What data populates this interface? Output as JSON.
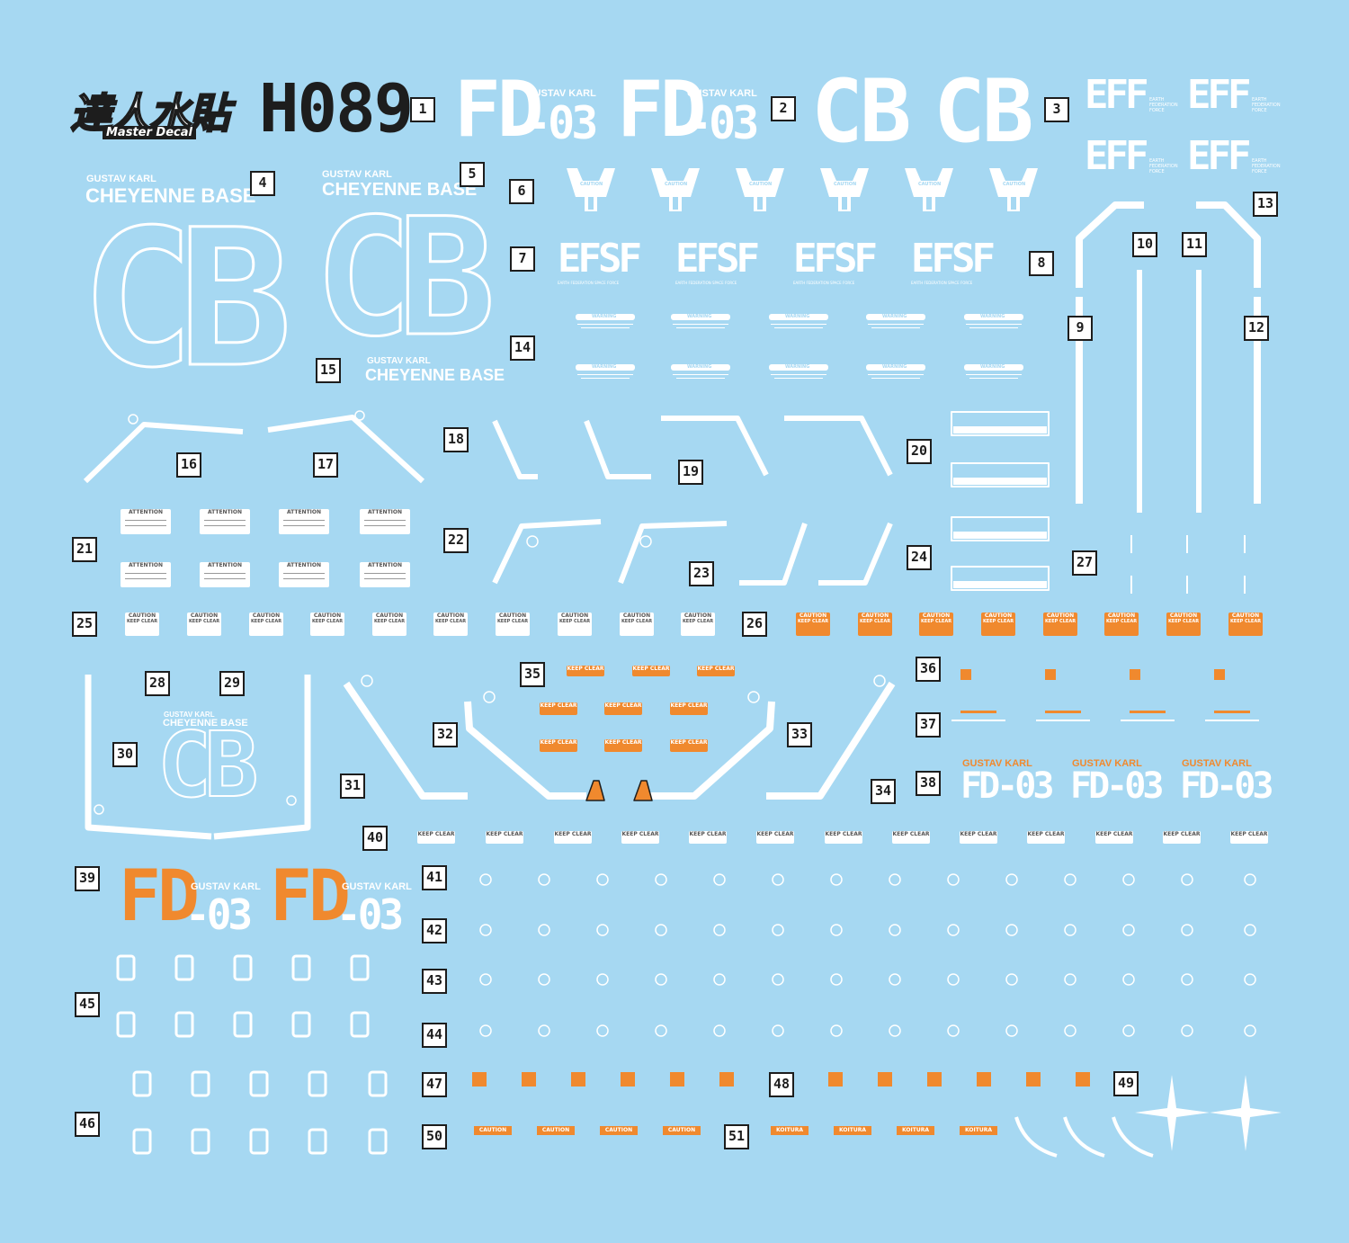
{
  "brand": {
    "logo_cjk": "達人水貼",
    "logo_latin": "Master Decal",
    "code": "H089"
  },
  "labels": {
    "fd": "FD",
    "fd_suffix": "-03",
    "fd03": "FD-03",
    "cb": "CB",
    "gustav_karl": "GUSTAV KARL",
    "cheyenne_base": "CHEYENNE BASE",
    "eff": "EFF",
    "earth_federation_force": "EARTH FEDERATION FORCE",
    "efsf": "EFSF",
    "efsf_sub": "EARTH FEDERATION SPACE FORCE",
    "caution": "CAUTION",
    "warning": "WARNING",
    "attention": "ATTENTION",
    "keep_clear": "KEEP CLEAR",
    "koitura": "KOITURA"
  },
  "decal_numbers": [
    "1",
    "2",
    "3",
    "4",
    "5",
    "6",
    "7",
    "8",
    "9",
    "10",
    "11",
    "12",
    "13",
    "14",
    "15",
    "16",
    "17",
    "18",
    "19",
    "20",
    "21",
    "22",
    "23",
    "24",
    "25",
    "26",
    "27",
    "28",
    "29",
    "30",
    "31",
    "32",
    "33",
    "34",
    "35",
    "36",
    "37",
    "38",
    "39",
    "40",
    "41",
    "42",
    "43",
    "44",
    "45",
    "46",
    "47",
    "48",
    "49",
    "50",
    "51"
  ],
  "colors": {
    "background": "#a6d8f2",
    "decal_white": "#ffffff",
    "decal_orange": "#f0892e",
    "ink": "#1d1d1d"
  }
}
